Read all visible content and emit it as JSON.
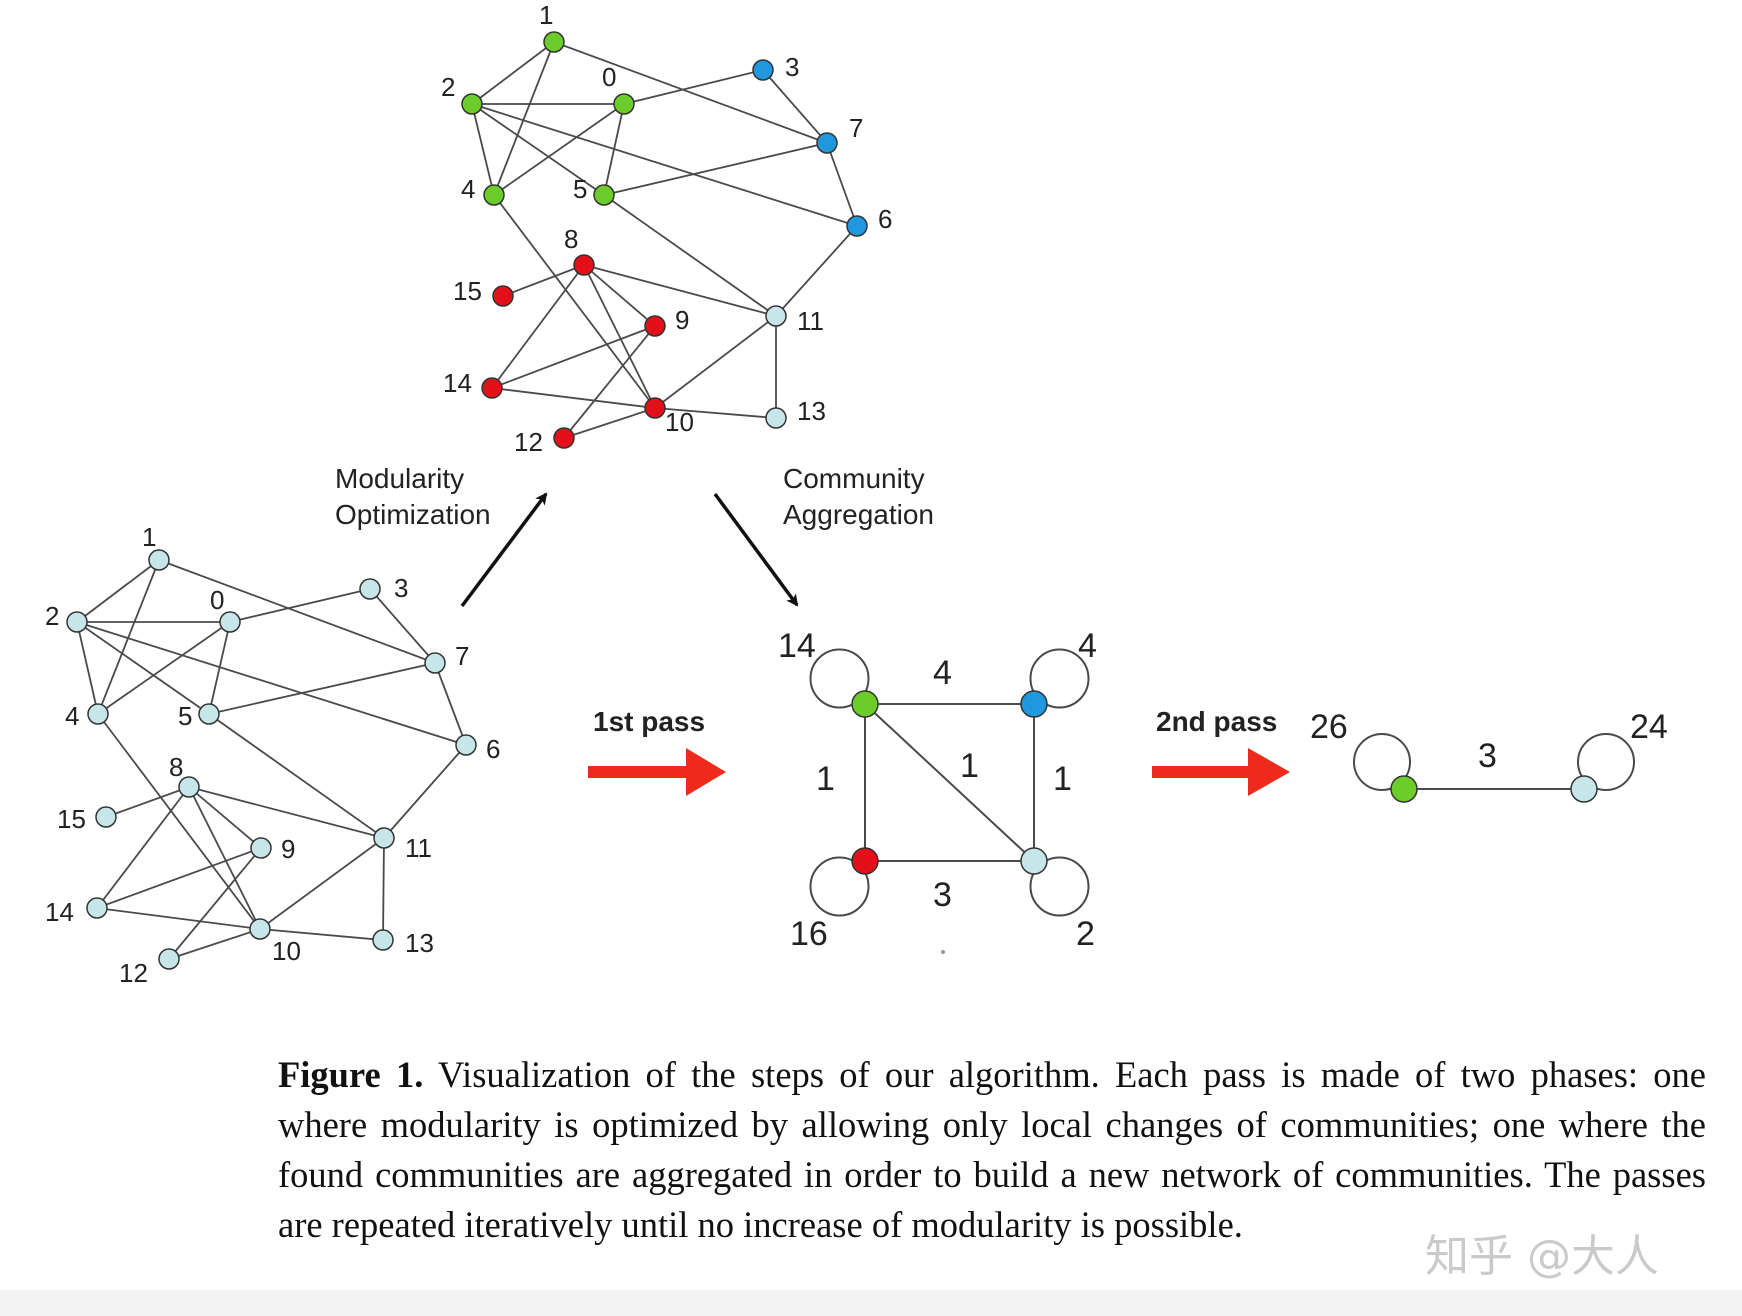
{
  "colors": {
    "green": "#6ccd2a",
    "blue": "#1f98e0",
    "red": "#e3101a",
    "light": "#c6e6ea",
    "edge": "#4a4a4a",
    "arrow_red": "#ee2a1d"
  },
  "graphs": {
    "original": {
      "nodes": [
        {
          "id": "0",
          "label": "0",
          "color": "light"
        },
        {
          "id": "1",
          "label": "1",
          "color": "light"
        },
        {
          "id": "2",
          "label": "2",
          "color": "light"
        },
        {
          "id": "3",
          "label": "3",
          "color": "light"
        },
        {
          "id": "4",
          "label": "4",
          "color": "light"
        },
        {
          "id": "5",
          "label": "5",
          "color": "light"
        },
        {
          "id": "6",
          "label": "6",
          "color": "light"
        },
        {
          "id": "7",
          "label": "7",
          "color": "light"
        },
        {
          "id": "8",
          "label": "8",
          "color": "light"
        },
        {
          "id": "9",
          "label": "9",
          "color": "light"
        },
        {
          "id": "10",
          "label": "10",
          "color": "light"
        },
        {
          "id": "11",
          "label": "11",
          "color": "light"
        },
        {
          "id": "12",
          "label": "12",
          "color": "light"
        },
        {
          "id": "13",
          "label": "13",
          "color": "light"
        },
        {
          "id": "14",
          "label": "14",
          "color": "light"
        },
        {
          "id": "15",
          "label": "15",
          "color": "light"
        }
      ]
    },
    "optimized": {
      "nodes": [
        {
          "id": "0",
          "label": "0",
          "color": "green"
        },
        {
          "id": "1",
          "label": "1",
          "color": "green"
        },
        {
          "id": "2",
          "label": "2",
          "color": "green"
        },
        {
          "id": "3",
          "label": "3",
          "color": "blue"
        },
        {
          "id": "4",
          "label": "4",
          "color": "green"
        },
        {
          "id": "5",
          "label": "5",
          "color": "green"
        },
        {
          "id": "6",
          "label": "6",
          "color": "blue"
        },
        {
          "id": "7",
          "label": "7",
          "color": "blue"
        },
        {
          "id": "8",
          "label": "8",
          "color": "red"
        },
        {
          "id": "9",
          "label": "9",
          "color": "red"
        },
        {
          "id": "10",
          "label": "10",
          "color": "red"
        },
        {
          "id": "11",
          "label": "11",
          "color": "light"
        },
        {
          "id": "12",
          "label": "12",
          "color": "red"
        },
        {
          "id": "13",
          "label": "13",
          "color": "light"
        },
        {
          "id": "14",
          "label": "14",
          "color": "red"
        },
        {
          "id": "15",
          "label": "15",
          "color": "red"
        }
      ]
    },
    "edges": [
      [
        "0",
        "2"
      ],
      [
        "0",
        "3"
      ],
      [
        "0",
        "4"
      ],
      [
        "0",
        "5"
      ],
      [
        "1",
        "2"
      ],
      [
        "1",
        "4"
      ],
      [
        "1",
        "7"
      ],
      [
        "2",
        "4"
      ],
      [
        "2",
        "5"
      ],
      [
        "2",
        "6"
      ],
      [
        "3",
        "7"
      ],
      [
        "4",
        "10"
      ],
      [
        "5",
        "7"
      ],
      [
        "5",
        "11"
      ],
      [
        "6",
        "7"
      ],
      [
        "6",
        "11"
      ],
      [
        "8",
        "9"
      ],
      [
        "8",
        "10"
      ],
      [
        "8",
        "11"
      ],
      [
        "8",
        "14"
      ],
      [
        "8",
        "15"
      ],
      [
        "9",
        "12"
      ],
      [
        "9",
        "14"
      ],
      [
        "10",
        "11"
      ],
      [
        "10",
        "12"
      ],
      [
        "10",
        "13"
      ],
      [
        "10",
        "14"
      ],
      [
        "11",
        "13"
      ]
    ],
    "first_pass": {
      "nodes": [
        {
          "id": "g",
          "weight_label": "14",
          "color": "green"
        },
        {
          "id": "b",
          "weight_label": "4",
          "color": "blue"
        },
        {
          "id": "r",
          "weight_label": "16",
          "color": "red"
        },
        {
          "id": "l",
          "weight_label": "2",
          "color": "light"
        }
      ],
      "edges": [
        {
          "from": "g",
          "to": "b",
          "label": "4"
        },
        {
          "from": "g",
          "to": "r",
          "label": "1"
        },
        {
          "from": "b",
          "to": "l",
          "label": "1"
        },
        {
          "from": "g",
          "to": "l",
          "label": "1"
        },
        {
          "from": "r",
          "to": "l",
          "label": "3"
        }
      ]
    },
    "second_pass": {
      "nodes": [
        {
          "id": "G",
          "weight_label": "26",
          "color": "green"
        },
        {
          "id": "L",
          "weight_label": "24",
          "color": "light"
        }
      ],
      "edges": [
        {
          "from": "G",
          "to": "L",
          "label": "3"
        }
      ]
    }
  },
  "labels": {
    "modularity_line1": "Modularity",
    "modularity_line2": "Optimization",
    "aggregation_line1": "Community",
    "aggregation_line2": "Aggregation",
    "first_pass": "1st pass",
    "second_pass": "2nd pass"
  },
  "caption": {
    "bold": "Figure 1.",
    "text": " Visualization of the steps of our algorithm. Each pass is made of two phases: one where modularity is optimized by allowing only local changes of communities; one where the found communities are aggregated in order to build a new network of communities. The passes are repeated iteratively until no increase of modularity is possible."
  },
  "watermark": "知乎 @大人"
}
